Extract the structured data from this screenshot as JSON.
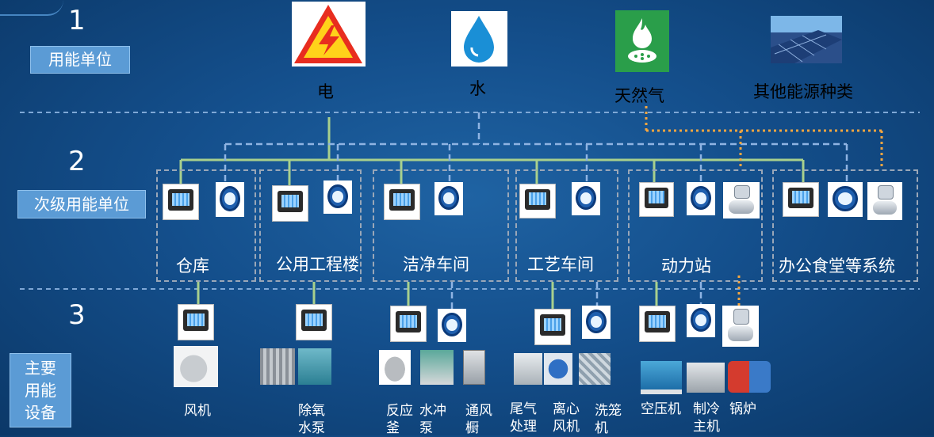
{
  "levels": [
    {
      "num": "1",
      "label": "用能单位"
    },
    {
      "num": "2",
      "label": "次级用能单位"
    },
    {
      "num": "3",
      "label": "主要\n用能\n设备"
    }
  ],
  "sources": {
    "electricity": "电",
    "water": "水",
    "gas": "天然气",
    "other": "其他能源种类"
  },
  "sub_units": [
    "仓库",
    "公用工程楼",
    "洁净车间",
    "工艺车间",
    "动力站",
    "办公食堂等系统"
  ],
  "equipment": {
    "fan": "风机",
    "deaerator_pump": "除氧\n水泵",
    "reactor": "反应\n釜",
    "water_pump": "水冲\n泵",
    "fume_hood": "通风\n橱",
    "exhaust": "尾气\n处理",
    "centrifugal_fan": "离心\n风机",
    "cage_washer": "洗笼\n机",
    "air_compressor": "空压机",
    "chiller": "制冷\n主机",
    "boiler": "锅炉"
  },
  "colors": {
    "electric_line": "#a8d08d",
    "water_line": "#8fb4e3",
    "gas_line": "#f5a640",
    "level_box": "#5b9bd5"
  }
}
